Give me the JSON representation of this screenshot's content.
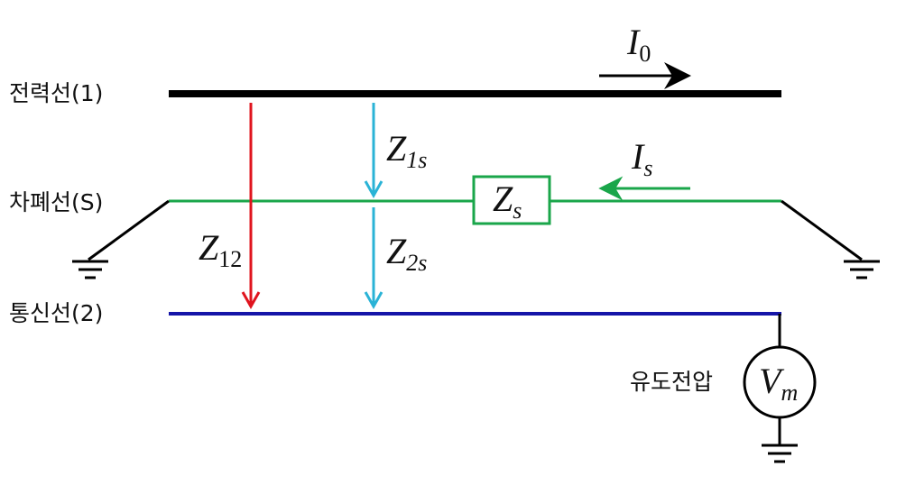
{
  "lines": {
    "power": {
      "label": "전력선(1)"
    },
    "shield": {
      "label": "차폐선(S)"
    },
    "comm": {
      "label": "통신선(2)"
    }
  },
  "currents": {
    "power": {
      "symbol": "I",
      "sub": "0"
    },
    "shield": {
      "symbol": "I",
      "sub": "s"
    }
  },
  "impedances": {
    "z1s": {
      "symbol": "Z",
      "sub": "1s"
    },
    "z2s": {
      "symbol": "Z",
      "sub": "2s"
    },
    "z12": {
      "symbol": "Z",
      "sub": "12"
    },
    "zs": {
      "symbol": "Z",
      "sub": "s"
    }
  },
  "meter": {
    "label": "유도전압",
    "symbol": "V",
    "sub": "m"
  },
  "colors": {
    "power_line": "#000000",
    "shield_line": "#1aa64a",
    "comm_line": "#1515a8",
    "z12_arrow": "#e0141e",
    "z1s_arrow": "#2ab3d6",
    "zs_box": "#1aa64a"
  },
  "icons": {
    "ground": "ground-icon",
    "voltmeter": "voltmeter-icon"
  }
}
